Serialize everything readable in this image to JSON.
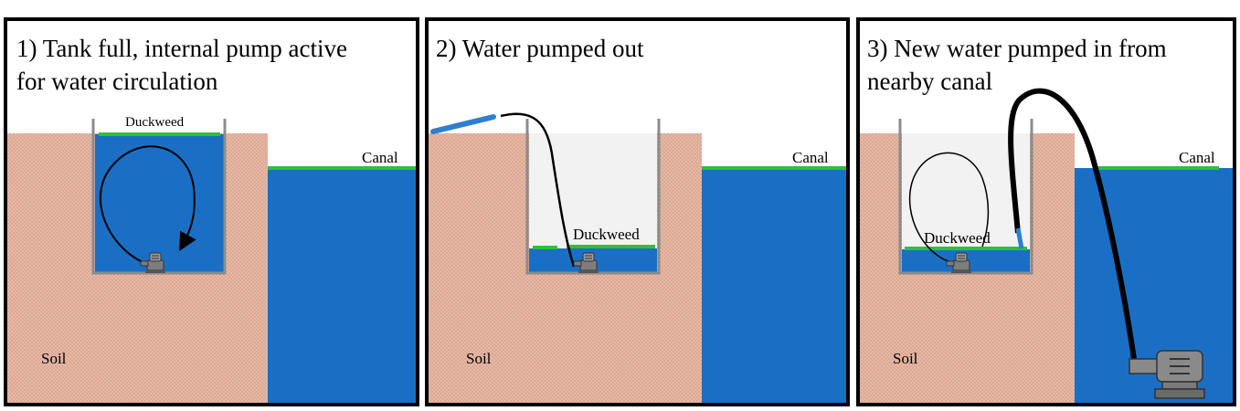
{
  "panels": [
    {
      "title_lines": [
        "1) Tank full, internal pump active",
        "for water circulation"
      ],
      "duckweed_label": "Duckweed",
      "canal_label": "Canal",
      "soil_label": "Soil"
    },
    {
      "title_lines": [
        "2) Water pumped out"
      ],
      "duckweed_label": "Duckweed",
      "canal_label": "Canal",
      "soil_label": "Soil"
    },
    {
      "title_lines": [
        "3) New water pumped in from",
        "nearby canal"
      ],
      "duckweed_label": "Duckweed",
      "canal_label": "Canal",
      "soil_label": "Soil"
    }
  ],
  "colors": {
    "water": "#1a6fc4",
    "soil": "#e6b9a6",
    "duckweed": "#2fbf3a",
    "tank_wall": "#8c8c8c",
    "empty_tank": "#f2f2f2",
    "hose": "#000000",
    "hose_water": "#2f7fd0",
    "pump": "#808080",
    "frame": "#000000"
  }
}
